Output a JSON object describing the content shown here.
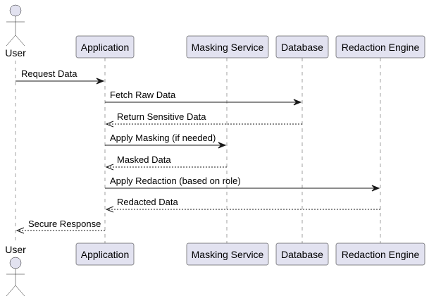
{
  "participants": {
    "user": {
      "label": "User"
    },
    "application": {
      "label": "Application"
    },
    "masking": {
      "label": "Masking Service"
    },
    "database": {
      "label": "Database"
    },
    "redaction": {
      "label": "Redaction Engine"
    }
  },
  "messages": [
    {
      "label": "Request Data",
      "from": "user",
      "to": "application",
      "style": "solid"
    },
    {
      "label": "Fetch Raw Data",
      "from": "application",
      "to": "database",
      "style": "solid"
    },
    {
      "label": "Return Sensitive Data",
      "from": "database",
      "to": "application",
      "style": "dashed"
    },
    {
      "label": "Apply Masking (if needed)",
      "from": "application",
      "to": "masking",
      "style": "solid"
    },
    {
      "label": "Masked Data",
      "from": "masking",
      "to": "application",
      "style": "dashed"
    },
    {
      "label": "Apply Redaction (based on role)",
      "from": "application",
      "to": "redaction",
      "style": "solid"
    },
    {
      "label": "Redacted Data",
      "from": "redaction",
      "to": "application",
      "style": "dashed"
    },
    {
      "label": "Secure Response",
      "from": "application",
      "to": "user",
      "style": "dashed"
    }
  ]
}
